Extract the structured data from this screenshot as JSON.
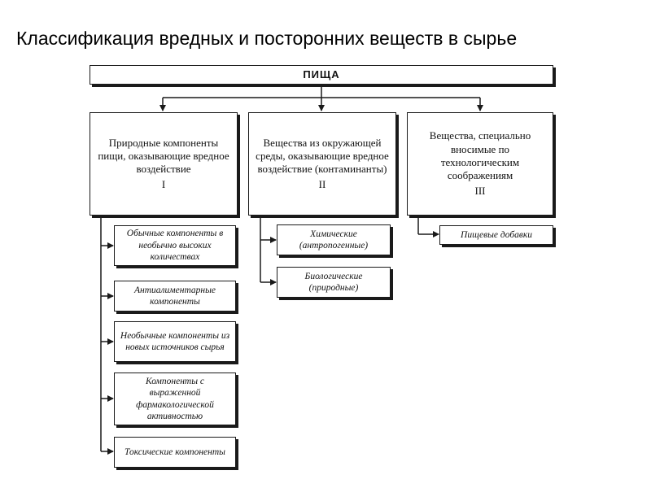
{
  "title": "Классификация вредных и посторонних веществ в сырье",
  "root": "ПИЩА",
  "categories": [
    {
      "label": "Природные компоненты пищи, оказывающие вредное воздействие",
      "numeral": "I",
      "items": [
        "Обычные компоненты в необычно высоких количествах",
        "Антиалиментарные компоненты",
        "Необычные компоненты из новых источников сырья",
        "Компоненты с выраженной фармакологической активностью",
        "Токсические компоненты"
      ]
    },
    {
      "label": "Вещества из окружающей среды, оказывающие вредное воздействие (контаминанты)",
      "numeral": "II",
      "items": [
        "Химические (антропогенные)",
        "Биологические (природные)"
      ]
    },
    {
      "label": "Вещества, специально вносимые по технологическим соображениям",
      "numeral": "III",
      "items": [
        "Пищевые добавки"
      ]
    }
  ]
}
